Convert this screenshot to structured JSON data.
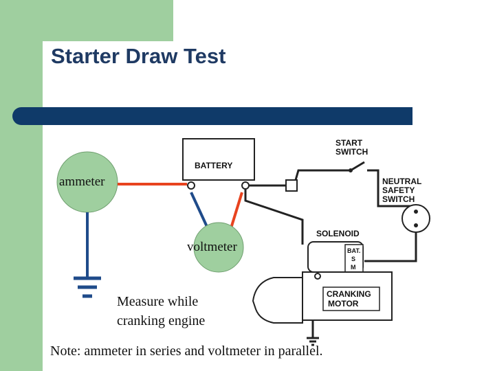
{
  "title": "Starter Draw Test",
  "meters": {
    "ammeter": "ammeter",
    "voltmeter": "voltmeter"
  },
  "components": {
    "battery": "BATTERY",
    "start_switch": [
      "START",
      "SWITCH"
    ],
    "neutral_safety_switch": [
      "NEUTRAL",
      "SAFETY",
      "SWITCH"
    ],
    "solenoid": "SOLENOID",
    "solenoid_terminals": [
      "BAT.",
      "S",
      "M"
    ],
    "cranking_motor": [
      "CRANKING",
      "MOTOR"
    ]
  },
  "notes": {
    "measure": [
      "Measure while",
      "cranking engine"
    ],
    "footer": "Note: ammeter in series and voltmeter in parallel."
  },
  "colors": {
    "accent_green": "#9fcf9f",
    "title_blue": "#1f3a63",
    "bar_navy": "#0f3a69",
    "ammeter_wire": "#e8431f",
    "voltmeter_neg_wire": "#1f4b8a",
    "voltmeter_pos_wire": "#e8431f"
  }
}
